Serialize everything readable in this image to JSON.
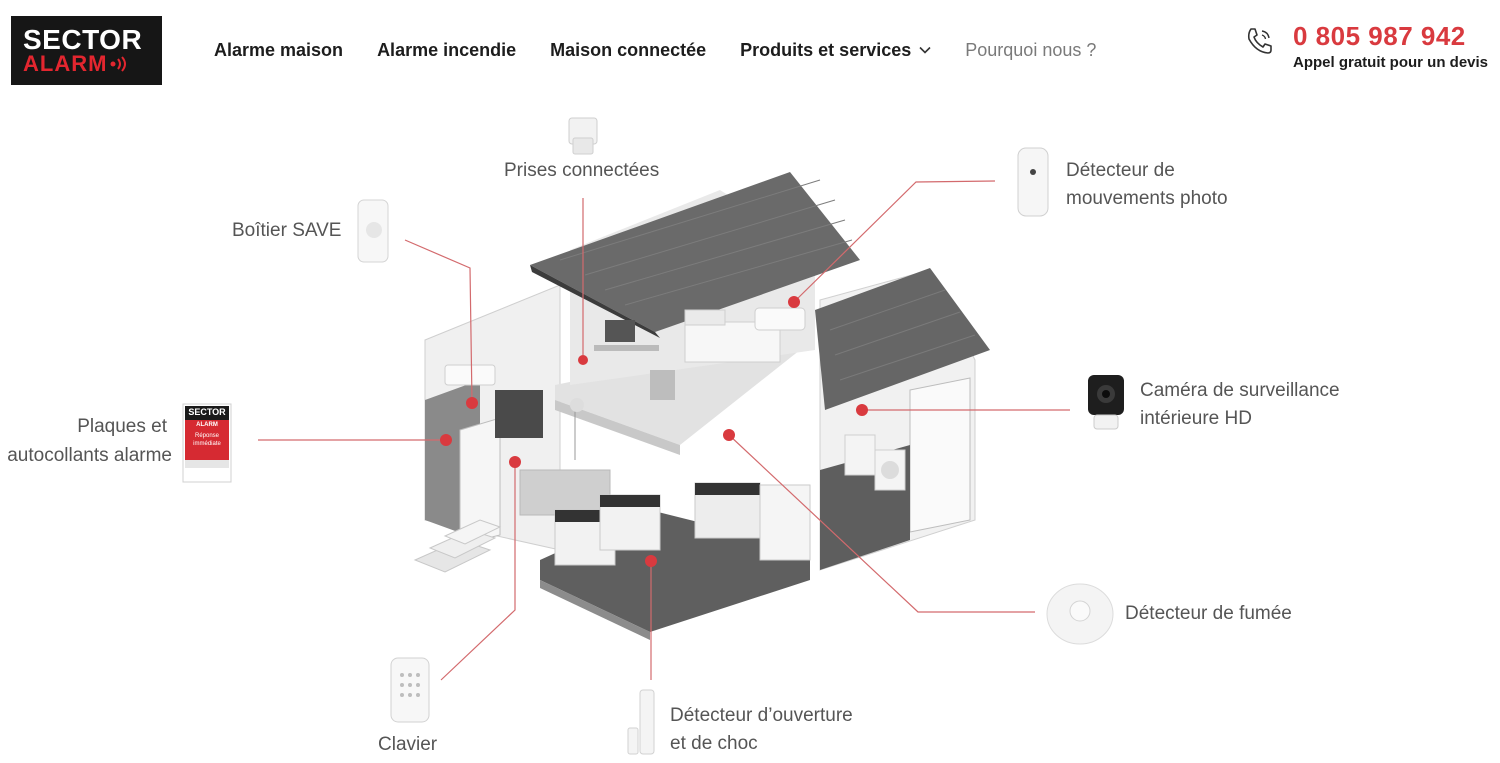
{
  "header": {
    "logo": {
      "line1": "SECTOR",
      "line2": "ALARM"
    },
    "nav": [
      {
        "label": "Alarme maison"
      },
      {
        "label": "Alarme incendie"
      },
      {
        "label": "Maison connectée"
      },
      {
        "label": "Produits et services",
        "icon": "chevron-down-icon"
      },
      {
        "label": "Pourquoi nous ?"
      }
    ],
    "phone": {
      "icon": "phone-icon",
      "number": "0 805 987 942",
      "subtitle": "Appel gratuit pour un devis"
    }
  },
  "illustration": {
    "accent_color": "#d93a3f",
    "devices": {
      "prises": "Prises connectées",
      "boitier": "Boîtier SAVE",
      "detecteur_photo_1": "Détecteur de",
      "detecteur_photo_2": "mouvements photo",
      "camera_1": "Caméra de surveillance",
      "camera_2": "intérieure HD",
      "plaques_1": "Plaques et",
      "plaques_2": "autocollants alarme",
      "fumee": "Détecteur de fumée",
      "clavier": "Clavier",
      "ouverture_1": "Détecteur d’ouverture",
      "ouverture_2": "et de choc"
    },
    "sticker": {
      "brand": "SECTOR",
      "sub": "ALARM",
      "text1": "Réponse",
      "text2": "immédiate"
    }
  }
}
